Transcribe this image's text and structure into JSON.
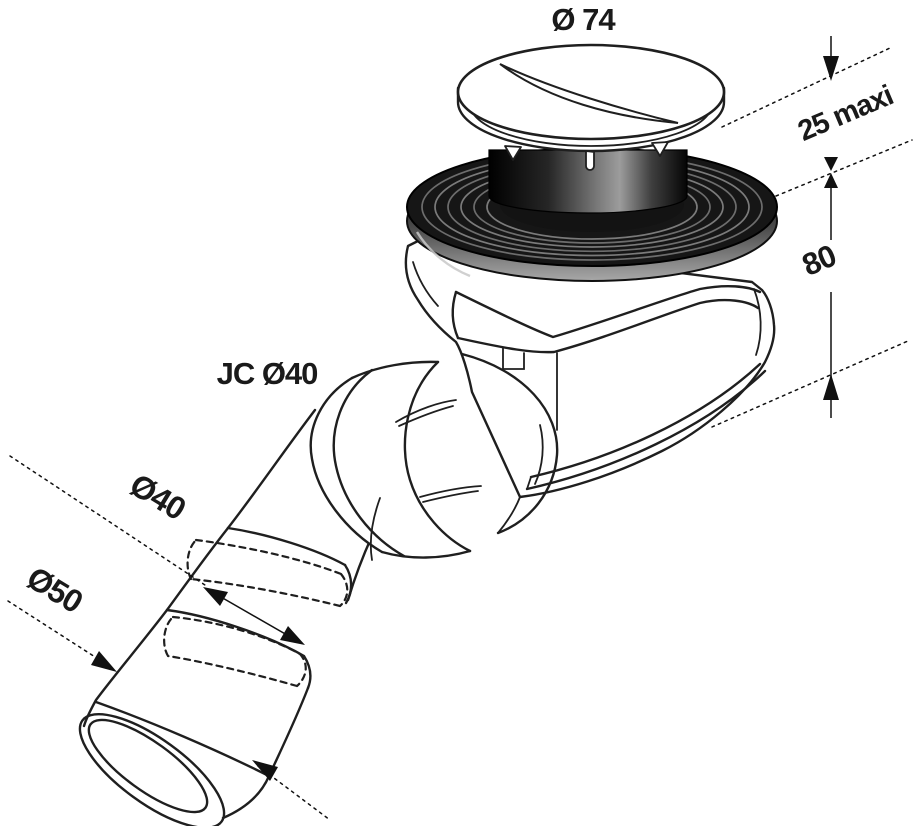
{
  "diagram": {
    "labels": {
      "cap_diameter": "Ø 74",
      "max_panel_thickness": "25 maxi",
      "body_height": "80",
      "joint": "JC Ø40",
      "pipe_diameter": "Ø40",
      "outlet_diameter": "Ø50"
    },
    "colors": {
      "line": "#1f1f1f",
      "background": "#ffffff",
      "gasket_dark": "#161616",
      "stem_highlight": "#9c9c9c"
    }
  }
}
